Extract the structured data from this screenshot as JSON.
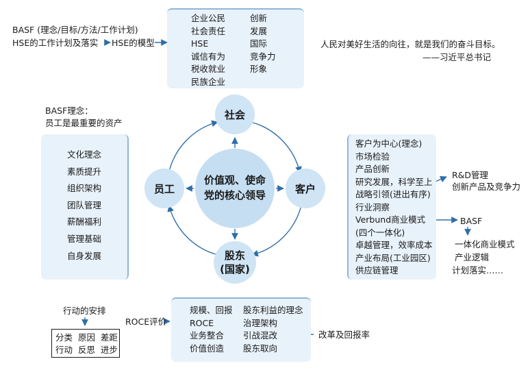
{
  "top_left": {
    "basf": "BASF (理念/目标/方法/工作计划)",
    "hse_plan": "HSE的工作计划及落实",
    "hse_model": "HSE的模型"
  },
  "top_panel": {
    "left_items": [
      "企业公民",
      "社会责任",
      "HSE",
      "诚信有为",
      "税收就业",
      "民族企业"
    ],
    "right_items": [
      "创新",
      "发展",
      "国际",
      "竞争力",
      "形象"
    ]
  },
  "quote": {
    "text": "人民对美好生活的向往，就是我们的奋斗目标。",
    "author": "——习近平总书记"
  },
  "left_note": {
    "line1": "BASF理念：",
    "line2": "员工是最重要的资产"
  },
  "left_panel": {
    "items": [
      "文化理念",
      "素质提升",
      "组织架构",
      "团队管理",
      "薪酬福利",
      "管理基础",
      "自身发展"
    ]
  },
  "cycle": {
    "center_line1": "价值观、使命",
    "center_line2": "党的核心领导",
    "top": "社会",
    "left": "员工",
    "right": "客户",
    "bottom_line1": "股东",
    "bottom_line2": "(国家)"
  },
  "right_panel": {
    "items": [
      "客户为中心(理念)",
      "市场检验",
      "产品创新",
      "研究发展，科学至上",
      "战略引领(进出有序)",
      "行业洞察",
      "Verbund商业模式",
      "(四个一体化)",
      "卓越管理，效率成本",
      "产业布局(工业园区)",
      "供应链管理"
    ]
  },
  "rd_note": {
    "line1": "R&D管理",
    "line2": "创新产品及竞争力"
  },
  "basf_note": {
    "title": "BASF",
    "items": [
      "一体化商业模式",
      "产业逻辑",
      "计划落实……"
    ]
  },
  "action": {
    "title": "行动的安排",
    "row1": "分类  原因  差距",
    "row2": "行动  反思  进步"
  },
  "roce_label": "ROCE评价",
  "bottom_panel": {
    "left_items": [
      "规模、回报",
      "ROCE",
      "业务整合",
      "价值创造"
    ],
    "right_items": [
      "股东利益的理念",
      "治理架构",
      "引战混改",
      "股东取向"
    ]
  },
  "reform_label": "改革及回报率",
  "colors": {
    "panel_fill": "#e8f2fa",
    "panel_edge": "#8fb6d8",
    "arrow": "#2f6ea8",
    "node_fill": "#cfe4f4",
    "center_fill": "#c6def2"
  }
}
